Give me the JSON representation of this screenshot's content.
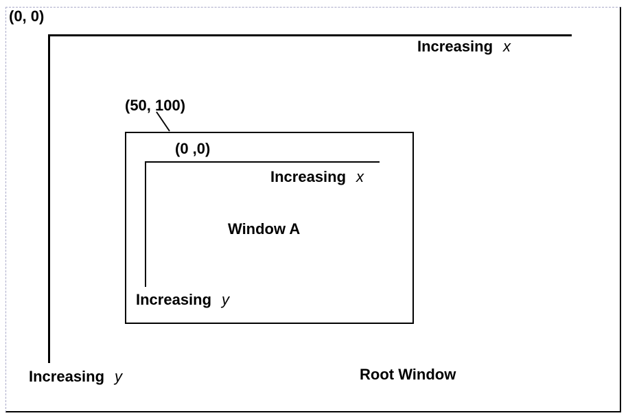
{
  "diagram": {
    "description": "Coordinate system of the Root Window and a child Window A",
    "root_window": {
      "origin_label": "(0, 0)",
      "x_axis_label": "Increasing",
      "x_axis_var": "x",
      "y_axis_label": "Increasing",
      "y_axis_var": "y",
      "title": "Root Window"
    },
    "window_a": {
      "position_label": "(50, 100)",
      "origin_label": "(0 ,0)",
      "x_axis_label": "Increasing",
      "x_axis_var": "x",
      "y_axis_label": "Increasing",
      "y_axis_var": "y",
      "title": "Window A"
    },
    "colors": {
      "line": "#000000",
      "text": "#000000",
      "frame_dash": "#a8a8c8",
      "background": "#ffffff"
    }
  }
}
